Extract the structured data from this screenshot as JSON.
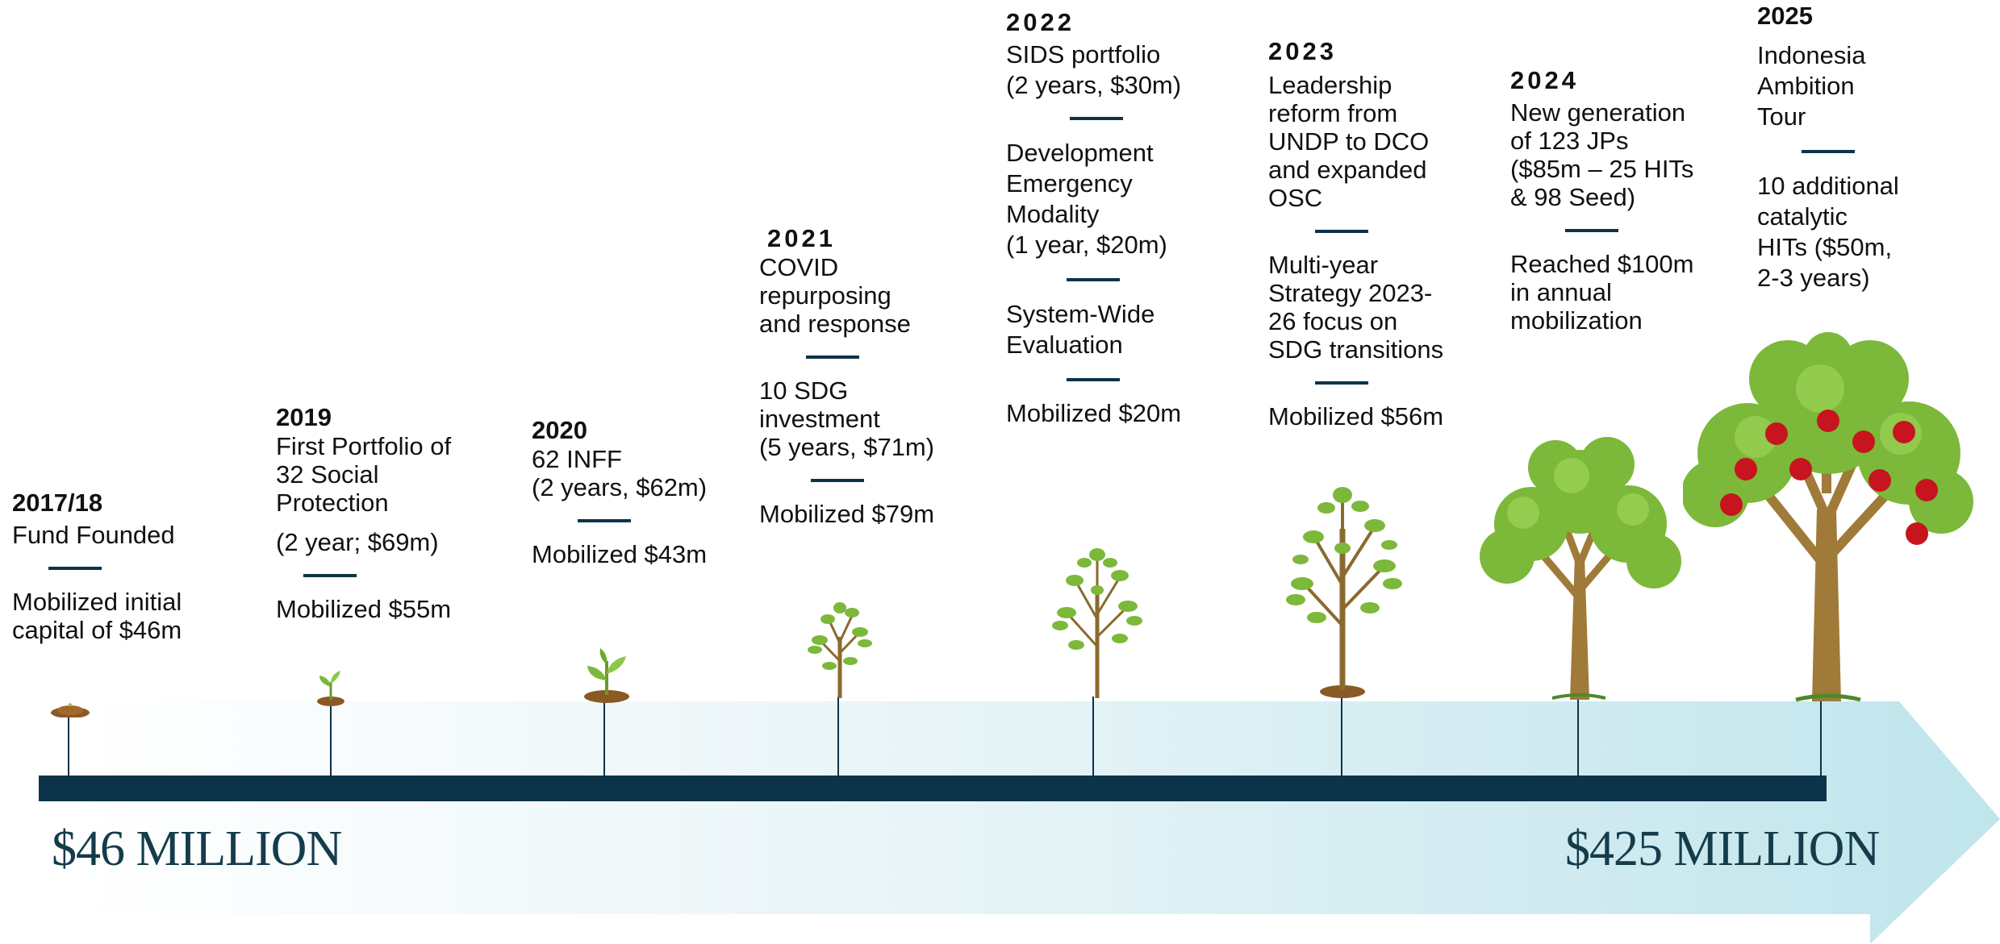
{
  "palette": {
    "bar": "#0d3349",
    "arrow_start": "#ffffff",
    "arrow_end": "#bfe5ec",
    "leaf": "#7cb83a",
    "trunk": "#8a6a2e",
    "apple": "#c8141e"
  },
  "totals": {
    "start": "$46 MILLION",
    "end": "$425 MILLION"
  },
  "milestones": [
    {
      "year": "2017/18",
      "groups": [
        [
          "Fund Founded"
        ],
        [
          "Mobilized initial",
          "capital of $46m"
        ]
      ],
      "icon": "soil-mound-icon"
    },
    {
      "year": "2019",
      "groups": [
        [
          "First Portfolio of",
          "32 Social",
          "Protection"
        ],
        [
          "(2 year; $69m)"
        ],
        [
          "Mobilized $55m"
        ]
      ],
      "icon": "sprout-icon"
    },
    {
      "year": "2020",
      "groups": [
        [
          "62 INFF",
          "(2 years, $62m)"
        ],
        [
          "Mobilized $43m"
        ]
      ],
      "icon": "seedling-icon"
    },
    {
      "year": "2021",
      "groups": [
        [
          "COVID",
          "repurposing",
          "and response"
        ],
        [
          "10 SDG",
          "investment",
          "(5 years, $71m)"
        ],
        [
          "Mobilized $79m"
        ]
      ],
      "icon": "young-tree-icon"
    },
    {
      "year": "2022",
      "groups": [
        [
          "SIDS portfolio",
          "(2 years, $30m)"
        ],
        [
          "Development",
          "Emergency",
          "Modality",
          "(1 year, $20m)"
        ],
        [
          "System-Wide",
          "Evaluation"
        ],
        [
          "Mobilized $20m"
        ]
      ],
      "icon": "sapling-tree-icon"
    },
    {
      "year": "2023",
      "groups": [
        [
          "Leadership",
          "reform from",
          "UNDP to DCO",
          "and expanded",
          "OSC"
        ],
        [
          "Multi-year",
          "Strategy 2023-",
          "26 focus on",
          "SDG transitions"
        ],
        [
          "Mobilized $56m"
        ]
      ],
      "icon": "growing-tree-icon"
    },
    {
      "year": "2024",
      "groups": [
        [
          "New generation",
          "of 123 JPs",
          "($85m – 25 HITs",
          "& 98 Seed)"
        ],
        [
          "Reached $100m",
          "in annual",
          "mobilization"
        ]
      ],
      "icon": "leafy-tree-icon"
    },
    {
      "year": "2025",
      "groups": [
        [
          "Indonesia",
          "Ambition",
          "Tour"
        ],
        [
          "10 additional",
          "catalytic",
          "HITs ($50m,",
          "2-3 years)"
        ]
      ],
      "icon": "apple-tree-icon"
    }
  ]
}
